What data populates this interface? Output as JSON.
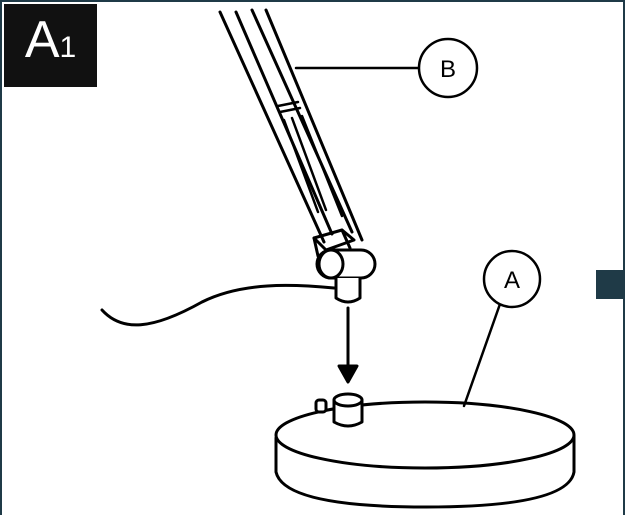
{
  "step": {
    "letter": "A",
    "number": "1"
  },
  "callouts": {
    "arm": "B",
    "base": "A"
  },
  "colors": {
    "badge_background": "#111111",
    "badge_text": "#ffffff",
    "frame": "#1f3a47",
    "line": "#000000"
  },
  "icons": {
    "down_arrow": "arrow-down-icon",
    "next_marker": "square-marker-icon"
  }
}
